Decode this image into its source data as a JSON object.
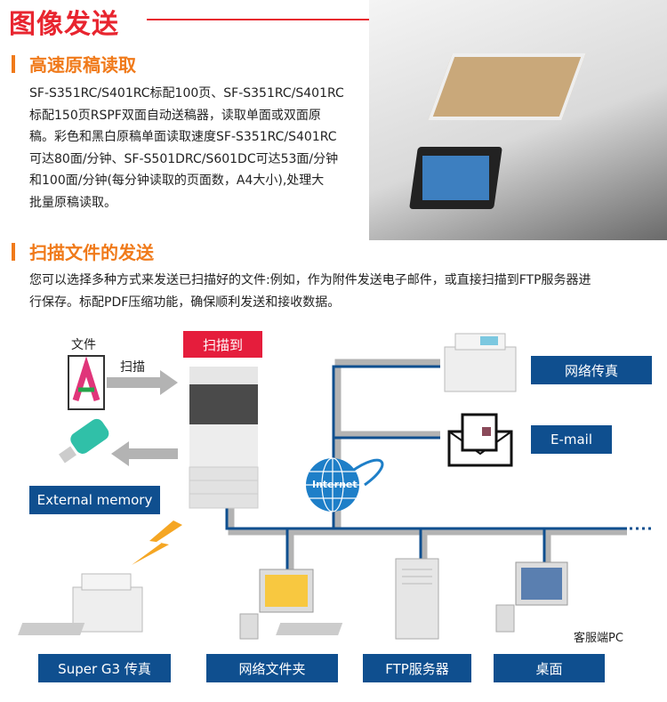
{
  "title": "图像发送",
  "section1": {
    "heading": "高速原稿读取",
    "lines": [
      "SF-S351RC/S401RC标配100页、SF-S351RC/S401RC",
      "标配150页RSPF双面自动送稿器，读取单面或双面原",
      "稿。彩色和黑白原稿单面读取速度SF-S351RC/S401RC",
      "可达80面/分钟、SF-S501DRC/S601DC可达53面/分钟",
      "和100面/分钟(每分钟读取的页面数，A4大小),处理大",
      "批量原稿读取。"
    ]
  },
  "section2": {
    "heading": "扫描文件的发送",
    "lines": [
      "您可以选择多种方式来发送已扫描好的文件:例如，作为附件发送电子邮件，或直接扫描到FTP服务器进",
      "行保存。标配PDF压缩功能，确保顺利发送和接收数据。"
    ]
  },
  "diagram": {
    "file_label": "文件",
    "scan_label": "扫描",
    "scan_to": "扫描到",
    "internet": "Internet",
    "external_memory": "External memory",
    "net_fax": "网络传真",
    "email": "E-mail",
    "client_pc": "客服端PC",
    "bottom": [
      "Super G3 传真",
      "网络文件夹",
      "FTP服务器",
      "桌面"
    ]
  },
  "colors": {
    "title": "#e8252f",
    "heading": "#f07a1a",
    "label": "#0f4f8f",
    "line_blue": "#0f4f8f",
    "line_gray": "#b3b3b3"
  }
}
